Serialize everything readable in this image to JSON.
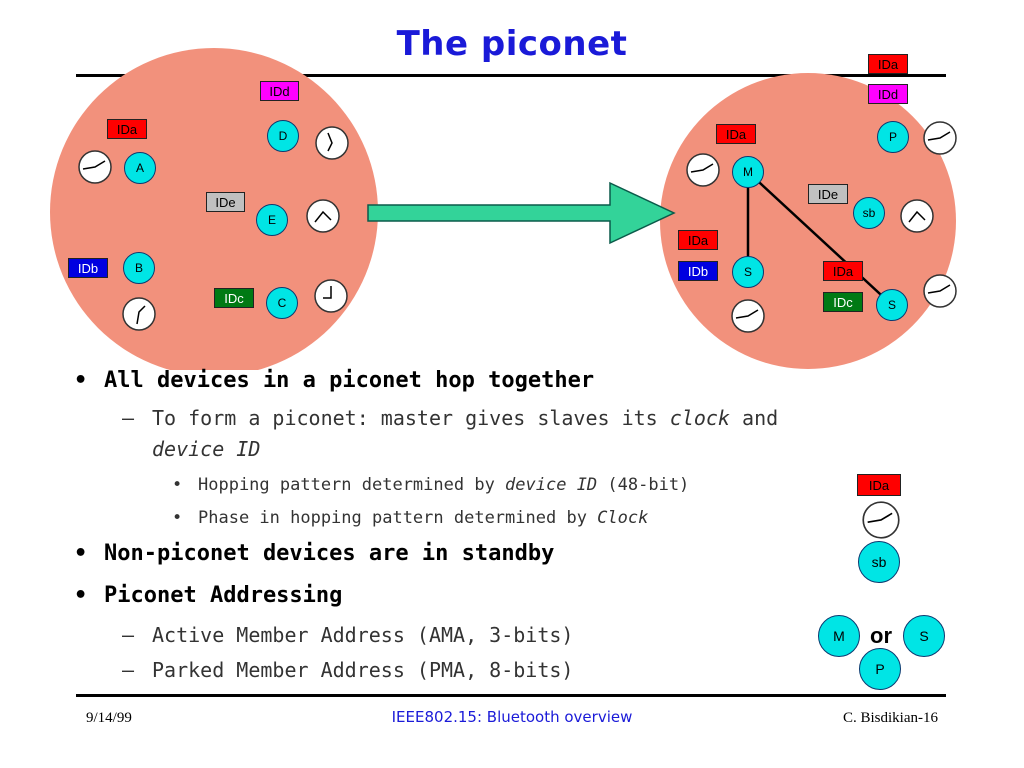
{
  "slide": {
    "title": "The piconet"
  },
  "colors": {
    "circle_fill": "#f2917c",
    "node_fill": "#00e5e5",
    "arrow_fill": "#33d399",
    "title_color": "#1a1ad8",
    "id_red": "#ff0000",
    "id_magenta": "#ff00ff",
    "id_gray": "#c0c0c0",
    "id_blue": "#0000e0",
    "id_green": "#007a14"
  },
  "left_circle": {
    "tags": {
      "ida": "IDa",
      "idd": "IDd",
      "ide": "IDe",
      "idb": "IDb",
      "idc": "IDc"
    },
    "nodes": {
      "d": "D",
      "a": "A",
      "e": "E",
      "b": "B",
      "c": "C"
    }
  },
  "right_circle": {
    "tags": {
      "top_ida": "IDa",
      "top_idd": "IDd",
      "master_ida": "IDa",
      "ide": "IDe",
      "s1_ida": "IDa",
      "s1_idb": "IDb",
      "s2_ida": "IDa",
      "s2_idc": "IDc"
    },
    "nodes": {
      "p": "P",
      "m": "M",
      "sb": "sb",
      "s1": "S",
      "s2": "S"
    }
  },
  "bullets": {
    "b1": "All devices in a piconet hop together",
    "b1_sub1_a": "To form a piconet: master gives slaves its ",
    "b1_sub1_clock": "clock",
    "b1_sub1_b": " and",
    "b1_sub1_device_id": "device ID",
    "b1_sub1_sub1_a": "Hopping pattern determined by ",
    "b1_sub1_sub1_em": "device ID",
    "b1_sub1_sub1_b": " (48-bit)",
    "b1_sub1_sub2_a": "Phase in hopping pattern determined by ",
    "b1_sub1_sub2_em": "Clock",
    "b2": "Non-piconet devices are in standby",
    "b3": "Piconet Addressing",
    "b3_sub1": "Active Member Address (AMA, 3-bits)",
    "b3_sub2": "Parked Member Address (PMA, 8-bits)"
  },
  "markers": {
    "bullet": "•",
    "dash": "–"
  },
  "legend": {
    "ida": "IDa",
    "sb": "sb",
    "m": "M",
    "or": "or",
    "s": "S",
    "p": "P"
  },
  "footer": {
    "date": "9/14/99",
    "center": "IEEE802.15: Bluetooth overview",
    "right": "C. Bisdikian-16"
  }
}
